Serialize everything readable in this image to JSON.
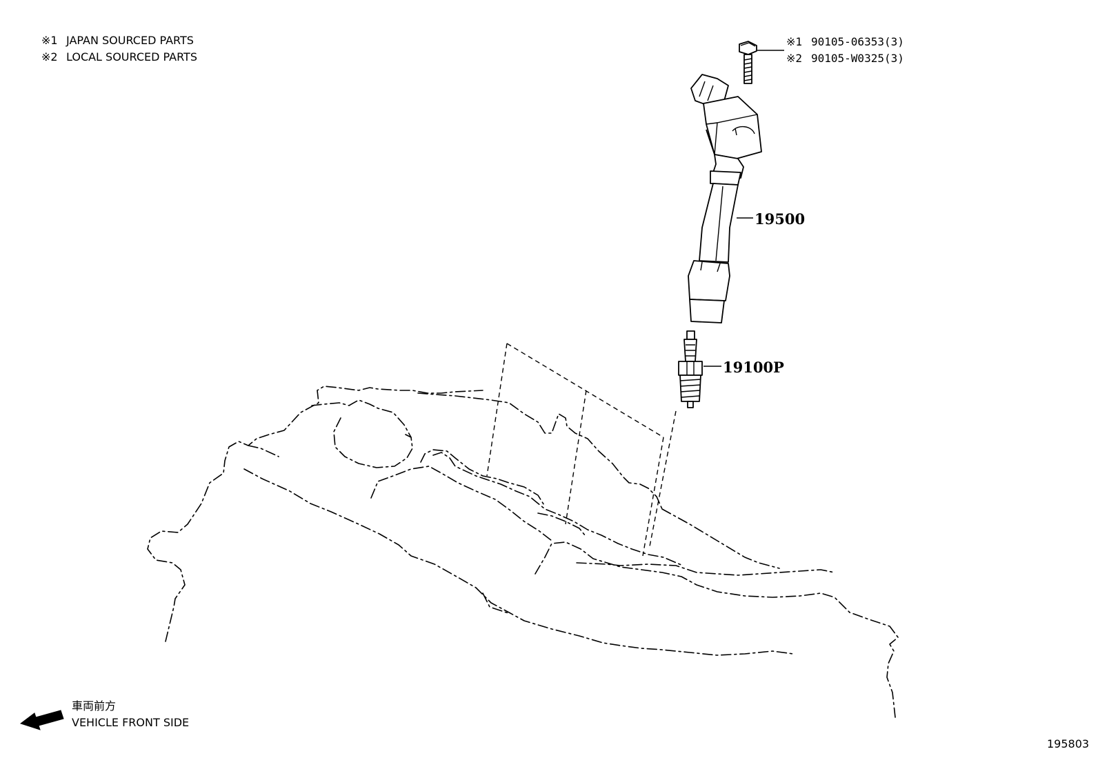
{
  "notes": [
    {
      "mark": "※1",
      "text": "JAPAN SOURCED PARTS"
    },
    {
      "mark": "※2",
      "text": "LOCAL SOURCED PARTS"
    }
  ],
  "bolt_callouts": [
    {
      "mark": "※1",
      "part_no": "90105-06353(3)"
    },
    {
      "mark": "※2",
      "part_no": "90105-W0325(3)"
    }
  ],
  "parts": {
    "ignition_coil": "19500",
    "spark_plug": "19100P"
  },
  "direction": {
    "jp_label": "車両前方",
    "en_label": "VEHICLE FRONT SIDE"
  },
  "figure_number": "195803",
  "icons": {
    "bolt": "bolt-icon",
    "ignition_coil": "ignition-coil-icon",
    "spark_plug": "spark-plug-icon",
    "arrow": "front-arrow-icon"
  }
}
